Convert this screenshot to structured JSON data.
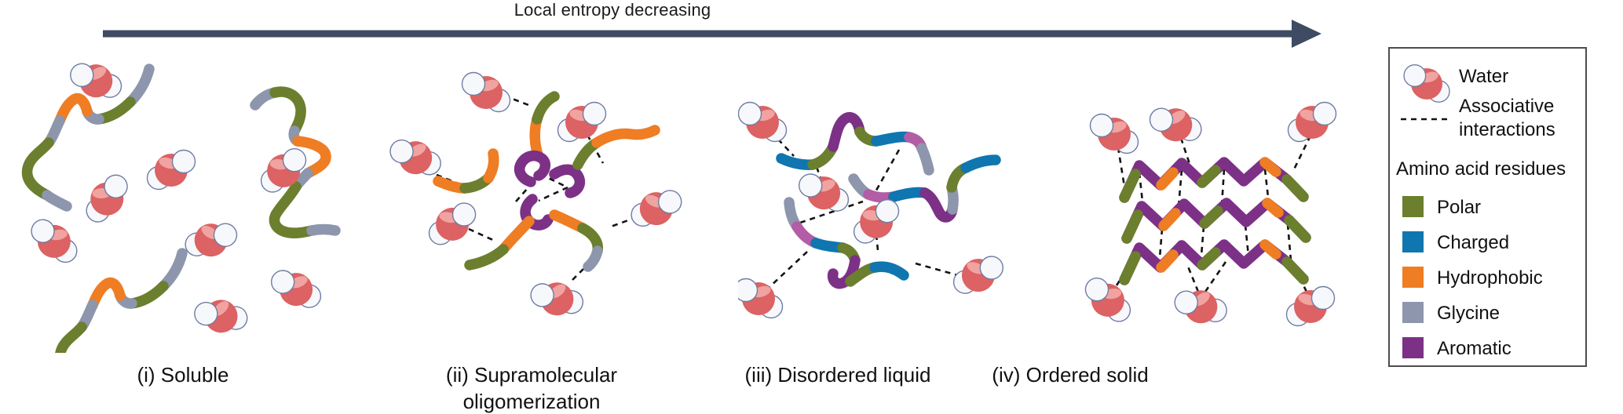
{
  "header": {
    "title": "Local entropy decreasing"
  },
  "panels": [
    {
      "id": "i",
      "caption": "(i) Soluble"
    },
    {
      "id": "ii",
      "caption": "(ii) Supramolecular",
      "caption_line2": "oligomerization"
    },
    {
      "id": "iii",
      "caption": "(iii) Disordered liquid"
    },
    {
      "id": "iv",
      "caption": "(iv) Ordered solid"
    }
  ],
  "legend": {
    "water_label": "Water",
    "associative_line1": "Associative",
    "associative_line2": "interactions",
    "residues_heading": "Amino acid residues",
    "residues": [
      {
        "label": "Polar",
        "color": "#6b7f2e"
      },
      {
        "label": "Charged",
        "color": "#0f76b0"
      },
      {
        "label": "Hydrophobic",
        "color": "#ef7d23"
      },
      {
        "label": "Glycine",
        "color": "#8d96ad"
      },
      {
        "label": "Aromatic",
        "color": "#7c3187"
      }
    ],
    "icons": [
      "water-molecule-icon",
      "dashed-line-icon"
    ]
  },
  "colors": {
    "arrow": "#3e4b63",
    "polar": "#6b7f2e",
    "charged": "#0f76b0",
    "hydrophobic": "#ef7d23",
    "glycine": "#8d96ad",
    "aromatic": "#7c3187",
    "aromatic_light": "#b25da5",
    "water_red": "#dc6263",
    "water_red_light": "#f0a3a1",
    "water_white": "#f7f8fc",
    "water_outline": "#6f7da2",
    "dash": "#141414",
    "legend_border": "#4d4d4d"
  }
}
